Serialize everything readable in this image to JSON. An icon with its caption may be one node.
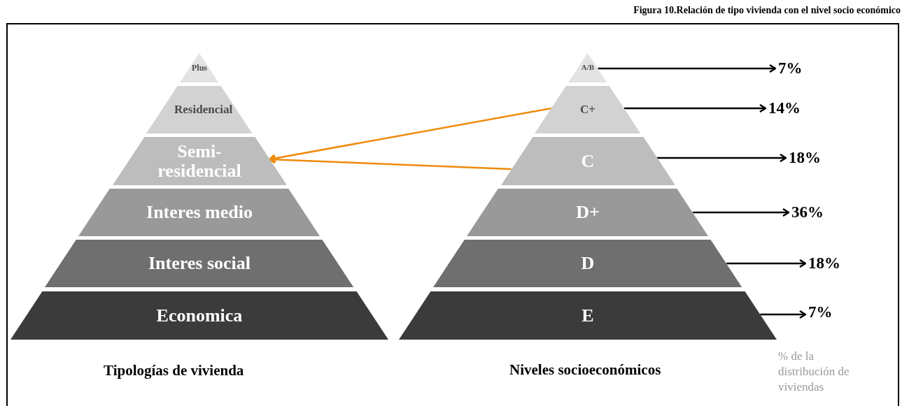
{
  "diagram": {
    "title": "Figura 10.Relación de tipo vivienda con el nivel socio económico",
    "nodes": [
      {
        "text": [
          "Plus"
        ]
      },
      {
        "text": [
          "Residencial"
        ]
      },
      {
        "text": [
          "Semi- residencial"
        ]
      },
      {
        "text": [
          "Interes medio"
        ]
      },
      {
        "text": [
          "Interes social"
        ]
      },
      {
        "text": [
          "Economica"
        ]
      },
      {
        "text": [
          "A/B"
        ]
      },
      {
        "text": [
          "C+"
        ]
      },
      {
        "text": [
          "C"
        ]
      },
      {
        "text": [
          "D+"
        ]
      },
      {
        "text": [
          "D"
        ]
      },
      {
        "text": [
          "E"
        ]
      },
      {
        "text": [
          "7%"
        ]
      },
      {
        "text": [
          "14%"
        ]
      },
      {
        "text": [
          "18%"
        ]
      },
      {
        "text": [
          "36%"
        ]
      },
      {
        "text": [
          "18%"
        ]
      },
      {
        "text": [
          "7%"
        ]
      }
    ],
    "edges": [
      {
        "from": 6,
        "to": 12,
        "arrow": "to"
      },
      {
        "from": 7,
        "to": 13,
        "arrow": "to"
      },
      {
        "from": 8,
        "to": 14,
        "arrow": "to"
      },
      {
        "from": 9,
        "to": 15,
        "arrow": "to"
      },
      {
        "from": 10,
        "to": 16,
        "arrow": "to"
      },
      {
        "from": 11,
        "to": 17,
        "arrow": "to"
      },
      {
        "from": 7,
        "to": 2,
        "arrow": "to",
        "color": "#ef8a0c"
      },
      {
        "from": 8,
        "to": 2,
        "arrow": "to",
        "color": "#ef8a0c"
      }
    ],
    "labels": [
      "Tipologías de vivienda",
      "Niveles socioeconómicos",
      "% de la distribución de viviendas"
    ]
  }
}
